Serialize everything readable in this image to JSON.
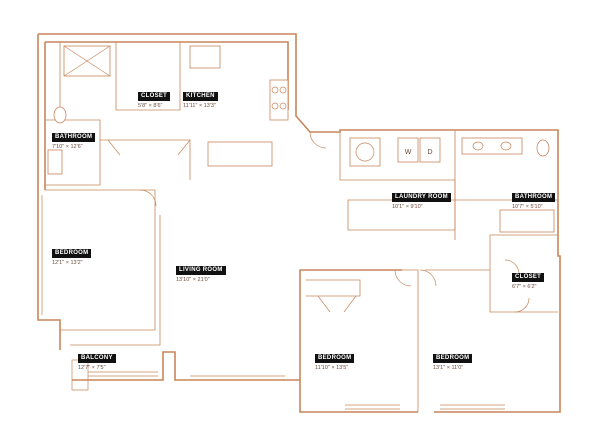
{
  "plan": {
    "line_color": "#c9865a",
    "label_bg": "#111111",
    "label_fg": "#ffffff",
    "rooms": [
      {
        "id": "closet-top",
        "name": "CLOSET",
        "dims": "5'8\" × 8'6\""
      },
      {
        "id": "kitchen",
        "name": "KITCHEN",
        "dims": "11'11\" × 13'3\""
      },
      {
        "id": "bathroom-1",
        "name": "BATHROOM",
        "dims": "7'10\" × 12'6\""
      },
      {
        "id": "laundry",
        "name": "LAUNDRY ROOM",
        "dims": "10'1\" × 9'10\""
      },
      {
        "id": "bathroom-2",
        "name": "BATHROOM",
        "dims": "10'7\" × 5'10\""
      },
      {
        "id": "bedroom-1",
        "name": "BEDROOM",
        "dims": "12'1\" × 13'2\""
      },
      {
        "id": "living",
        "name": "LIVING ROOM",
        "dims": "13'10\" × 21'0\""
      },
      {
        "id": "closet-right",
        "name": "CLOSET",
        "dims": "6'7\" × 6'2\""
      },
      {
        "id": "balcony",
        "name": "BALCONY",
        "dims": "12'7\" × 7'5\""
      },
      {
        "id": "bedroom-2",
        "name": "BEDROOM",
        "dims": "11'10\" × 13'5\""
      },
      {
        "id": "bedroom-3",
        "name": "BEDROOM",
        "dims": "13'1\" × 11'0\""
      }
    ],
    "washer_label": "W",
    "dryer_label": "D"
  }
}
